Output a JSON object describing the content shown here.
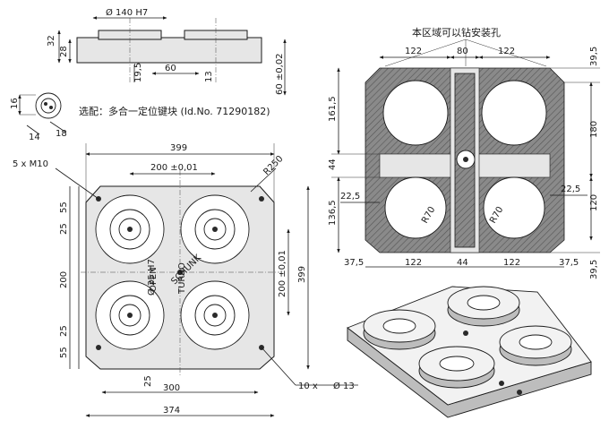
{
  "side_view": {
    "diameter": "Ø 140 H7",
    "h32": "32",
    "h28": "28",
    "d19_5": "19,5",
    "d60": "60",
    "d13": "13",
    "d60_02": "60 ±0,02"
  },
  "key_detail": {
    "d16": "16",
    "d14": "14",
    "d18": "18",
    "note": "选配：多合一定位键块 (Id.No. 71290182)"
  },
  "top_view": {
    "w399": "399",
    "w200": "200 ±0,01",
    "r250": "R250",
    "m10": "5 x M10",
    "l55a": "55",
    "l25a": "25",
    "l200": "200",
    "l25b": "25",
    "l55b": "55",
    "d25h7": "Ø 25 H7",
    "r200": "200 ±0,01",
    "r399": "399",
    "b25": "25",
    "b300": "300",
    "b374": "374",
    "holes": "10 x",
    "hole_d": "Ø 13",
    "open": "OPEN",
    "turbo": "TURBO",
    "brand": "SCHUNK"
  },
  "section_view": {
    "title": "本区域可以钻安装孔",
    "t122a": "122",
    "t80": "80",
    "t122b": "122",
    "r39_5a": "39,5",
    "l161_5": "161,5",
    "r180": "180",
    "l44": "44",
    "l136_5": "136,5",
    "l22_5a": "22,5",
    "r22_5b": "22,5",
    "r120": "120",
    "b37_5a": "37,5",
    "b122a": "122",
    "b44": "44",
    "b122b": "122",
    "b37_5b": "37,5",
    "r39_5b": "39,5",
    "r70a": "R70",
    "r70b": "R70"
  }
}
